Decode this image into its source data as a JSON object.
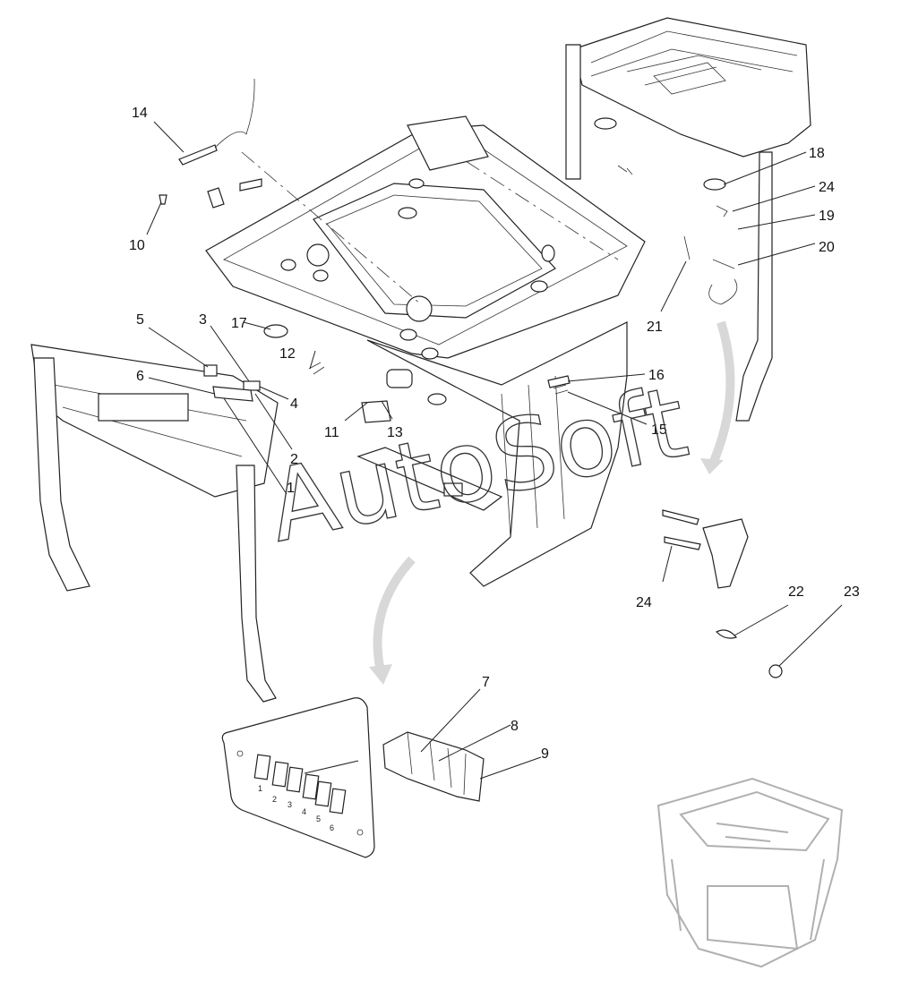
{
  "watermark": "AutoSoft",
  "callouts": {
    "n1": "1",
    "n2": "2",
    "n3": "3",
    "n4": "4",
    "n5": "5",
    "n6": "6",
    "n7": "7",
    "n8": "8",
    "n9": "9",
    "n10": "10",
    "n11": "11",
    "n12": "12",
    "n13": "13",
    "n14": "14",
    "n15": "15",
    "n16": "16",
    "n17": "17",
    "n18": "18",
    "n19": "19",
    "n20": "20",
    "n21": "21",
    "n22": "22",
    "n23": "23",
    "n24a": "24",
    "n24b": "24"
  },
  "panel_slot_labels": [
    "1",
    "2",
    "3",
    "4",
    "5",
    "6"
  ]
}
